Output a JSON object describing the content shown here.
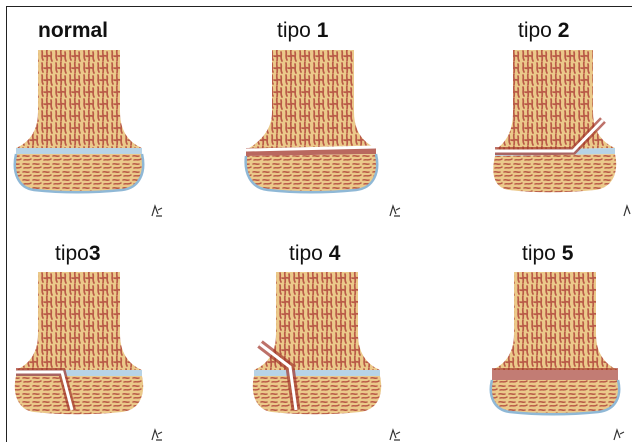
{
  "panels": [
    {
      "id": "normal",
      "title": "normal",
      "prefix": "",
      "number": ""
    },
    {
      "id": "tipo1",
      "title": "",
      "prefix": "tipo ",
      "number": "1"
    },
    {
      "id": "tipo2",
      "title": "",
      "prefix": "tipo ",
      "number": "2"
    },
    {
      "id": "tipo3",
      "title": "",
      "prefix": "tipo",
      "number": "3"
    },
    {
      "id": "tipo4",
      "title": "",
      "prefix": "tipo ",
      "number": "4"
    },
    {
      "id": "tipo5",
      "title": "",
      "prefix": "tipo ",
      "number": "5"
    }
  ],
  "colors": {
    "bone": "#ebc98a",
    "trabecula": "#b95a47",
    "physis": "#b7d3e6",
    "fracture": "#ffffff",
    "injury": "#a1352a"
  },
  "icons": [
    "artist-signature-icon"
  ]
}
